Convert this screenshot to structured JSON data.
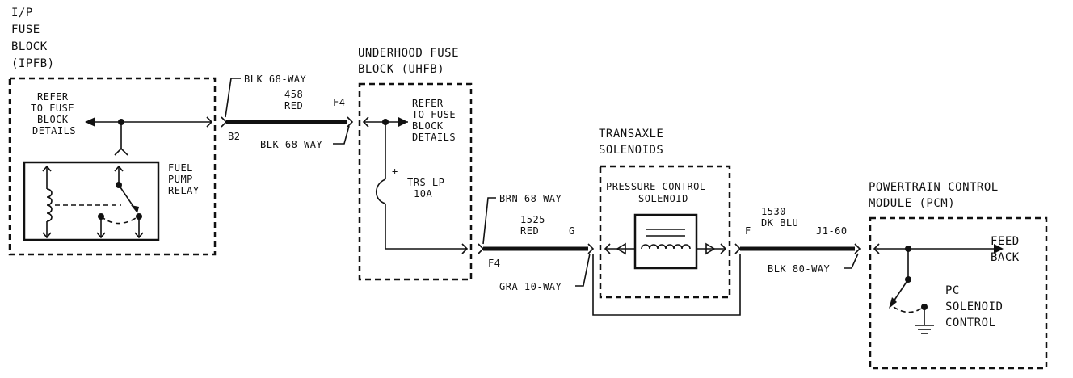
{
  "ipfb": {
    "title_lines": [
      "I/P",
      "FUSE",
      "BLOCK",
      "(IPFB)"
    ],
    "refer_lines": [
      "REFER",
      "TO FUSE",
      "BLOCK",
      "DETAILS"
    ],
    "relay_lines": [
      "FUEL",
      "PUMP",
      "RELAY"
    ]
  },
  "conn1": {
    "top": "BLK 68-WAY",
    "circuit": "458",
    "color": "RED",
    "pin_right": "F4",
    "pin_left": "B2",
    "bottom": "BLK 68-WAY"
  },
  "uhfb": {
    "title_lines": [
      "UNDERHOOD FUSE",
      "BLOCK (UHFB)"
    ],
    "refer_lines": [
      "REFER",
      "TO FUSE",
      "BLOCK",
      "DETAILS"
    ],
    "fuse_plus": "+",
    "fuse_lines": [
      "TRS LP",
      "10A"
    ]
  },
  "conn2": {
    "top": "BRN 68-WAY",
    "circuit": "1525",
    "color": "RED",
    "pin_right": "G",
    "pin_left": "F4",
    "bottom": "GRA 10-WAY"
  },
  "transaxle": {
    "title_lines": [
      "TRANSAXLE",
      "SOLENOIDS"
    ],
    "solenoid_lines": [
      "PRESSURE CONTROL",
      "SOLENOID"
    ]
  },
  "conn3": {
    "pin_left": "F",
    "circuit": "1530",
    "color": "DK BLU",
    "pin_right": "J1-60",
    "bottom": "BLK 80-WAY"
  },
  "pcm": {
    "title_lines": [
      "POWERTRAIN CONTROL",
      "MODULE (PCM)"
    ],
    "feedback_lines": [
      "FEED",
      "BACK"
    ],
    "control_lines": [
      "PC",
      "SOLENOID",
      "CONTROL"
    ]
  }
}
